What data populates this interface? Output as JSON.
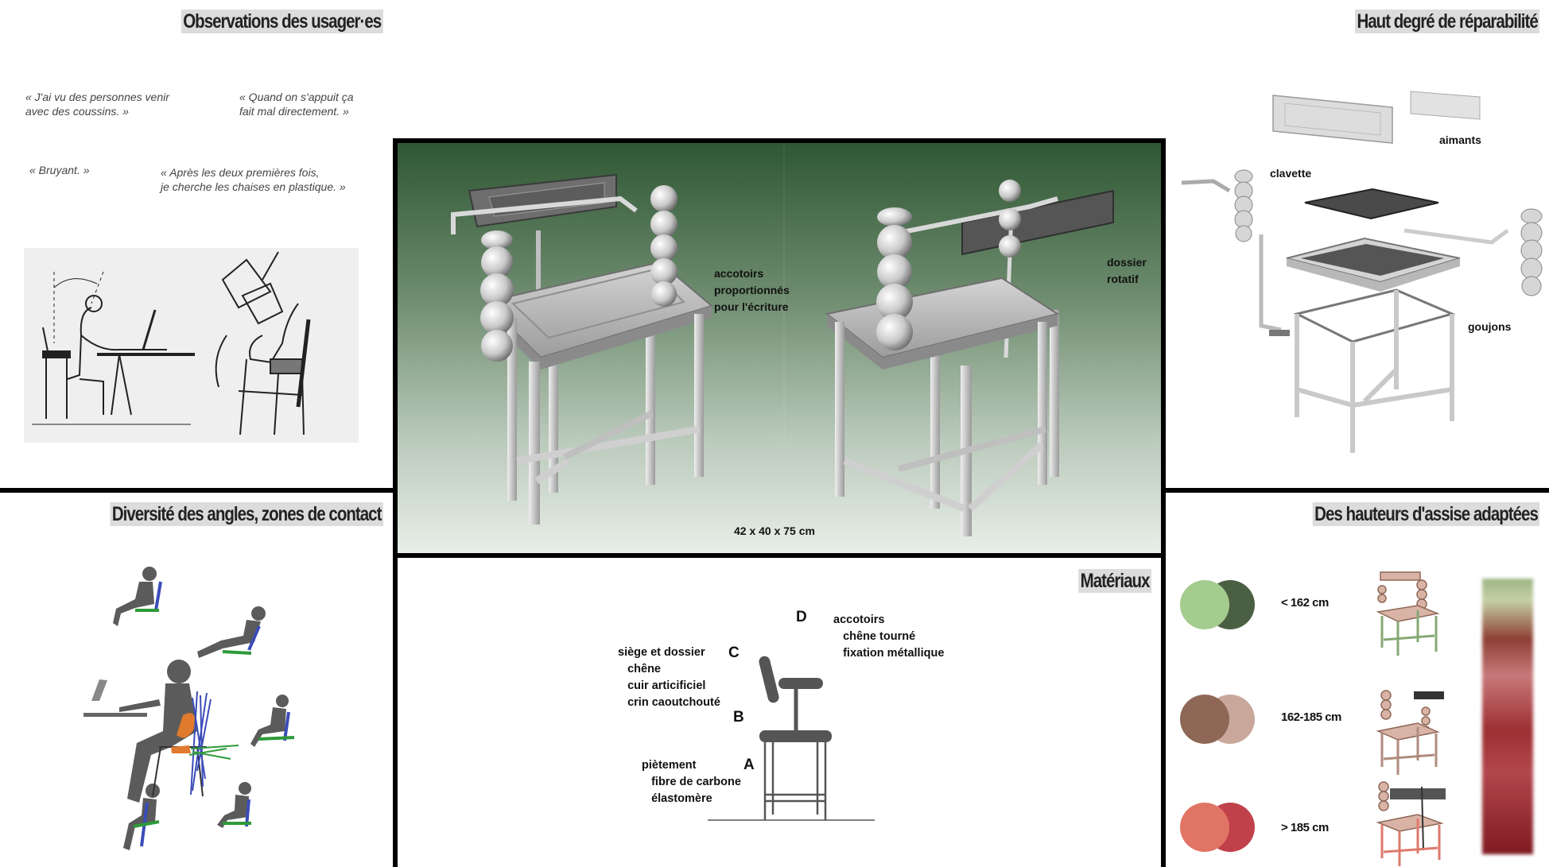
{
  "sections": {
    "observations": {
      "title": "Observations des usager·es",
      "quotes": [
        "« J'ai vu des personnes venir\navec des coussins. »",
        "« Quand on s'appuit ça\nfait mal directement. »",
        "« Bruyant. »",
        "« Après les deux premières fois,\nje cherche les chaises en plastique. »"
      ]
    },
    "reparabilite": {
      "title": "Haut degré de réparabilité",
      "labels": {
        "aimants": "aimants",
        "clavette": "clavette",
        "goujons": "goujons"
      }
    },
    "angles": {
      "title": "Diversité des angles, zones de contact"
    },
    "render": {
      "label_accotoirs": "accotoirs\nproportionnés\npour l'écriture",
      "label_dossier": "dossier\nrotatif",
      "dimensions": "42 x 40 x 75 cm"
    },
    "materiaux": {
      "title": "Matériaux",
      "letters": {
        "A": "A",
        "B": "B",
        "C": "C",
        "D": "D"
      },
      "groups": {
        "D": "accotoirs\n   chêne tourné\n   fixation métallique",
        "C": "siège et dossier\n   chêne\n   cuir articificiel\n   crin caoutchouté",
        "A": "piètement\n   fibre de carbone\n   élastomère"
      }
    },
    "hauteurs": {
      "title": "Des hauteurs d'assise adaptées",
      "rows": [
        {
          "label": "< 162 cm",
          "colors": [
            "#a5cc8f",
            "#4b5f43"
          ]
        },
        {
          "label": "162-185 cm",
          "colors": [
            "#8e6757",
            "#c9a79b"
          ]
        },
        {
          "label": "> 185 cm",
          "colors": [
            "#e07465",
            "#c0414a"
          ]
        }
      ]
    }
  }
}
